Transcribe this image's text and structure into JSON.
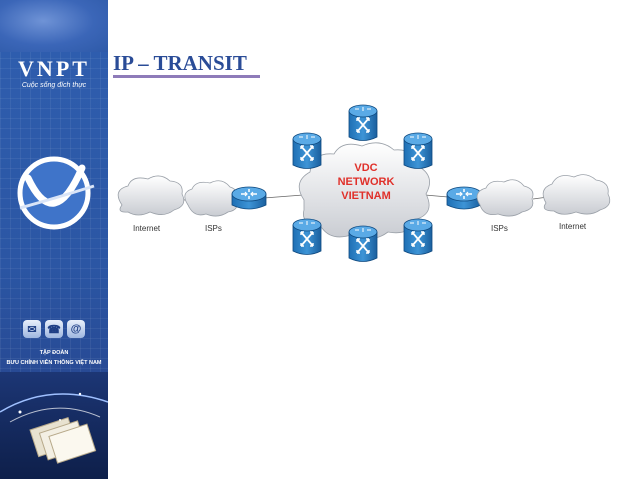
{
  "sidebar": {
    "brand_name": "VNPT",
    "slogan": "Cuộc sống đích thực",
    "contact_icons": [
      "envelope-icon",
      "phone-icon",
      "at-sign-icon"
    ],
    "group_line1": "TẬP ĐOÀN",
    "group_line2": "BƯU CHÍNH VIỄN THÔNG VIỆT NAM",
    "colors": {
      "background": "#2b56a4",
      "accent": "#ffffff"
    }
  },
  "slide": {
    "title": "IP – TRANSIT",
    "title_color": "#2a4c97",
    "underline_color": "#8e7bb9"
  },
  "diagram": {
    "core_label_lines": [
      "VDC",
      "NETWORK",
      "VIETNAM"
    ],
    "core_label_color": "#e0302a",
    "left_labels": {
      "internet": "Internet",
      "isps": "ISPs"
    },
    "right_labels": {
      "isps": "ISPs",
      "internet": "Internet"
    },
    "core_switch_count": 6,
    "edge_router_count": 2,
    "icon_color": "#1f78b4"
  }
}
